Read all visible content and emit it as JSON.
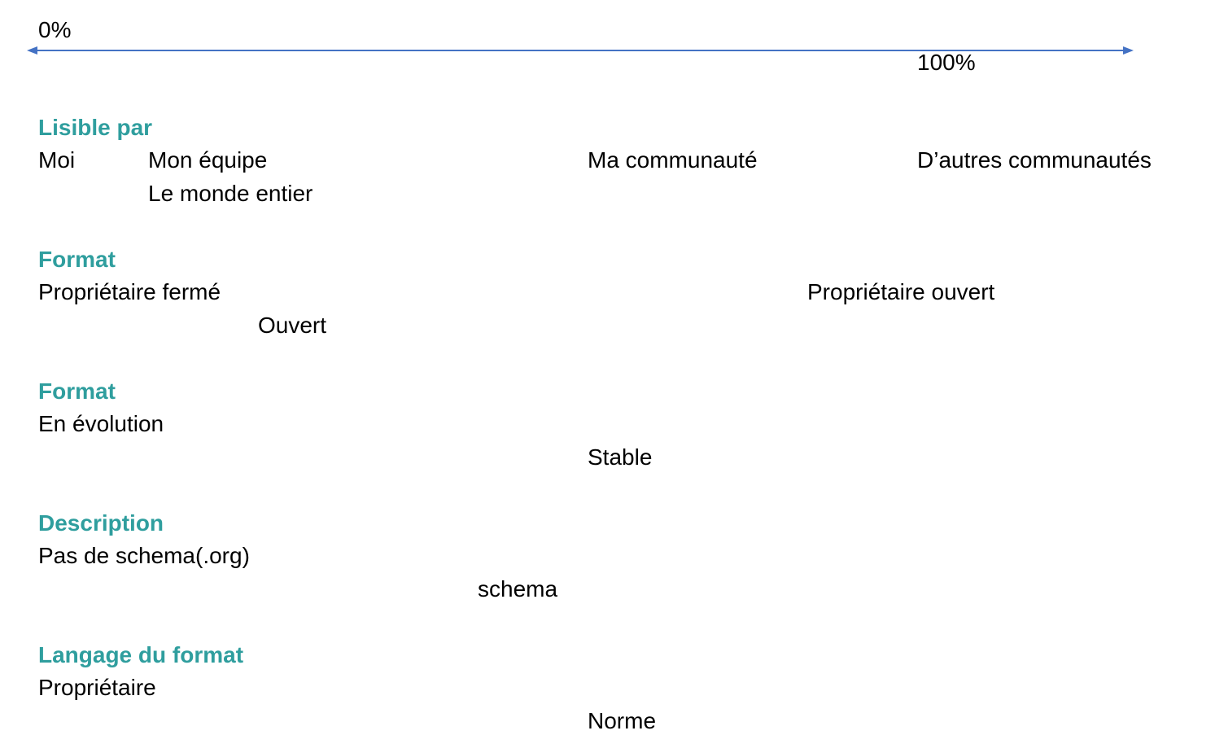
{
  "colors": {
    "heading": "#2f9e9e",
    "axis": "#4472c4",
    "text": "#000000"
  },
  "scale": {
    "min_label": "0%",
    "max_label": "100%"
  },
  "sections": [
    {
      "title": "Lisible par",
      "items": [
        "Moi",
        "Mon équipe",
        "Ma communauté",
        "D’autres communautés",
        "Le monde entier"
      ]
    },
    {
      "title": "Format",
      "items": [
        "Propriétaire fermé",
        "Propriétaire ouvert",
        "Ouvert"
      ]
    },
    {
      "title": "Format",
      "items": [
        "En évolution",
        "Stable"
      ]
    },
    {
      "title": "Description",
      "items": [
        "Pas de schema(.org)",
        "schema"
      ]
    },
    {
      "title": "Langage du format",
      "items": [
        "Propriétaire",
        "Norme"
      ]
    }
  ]
}
